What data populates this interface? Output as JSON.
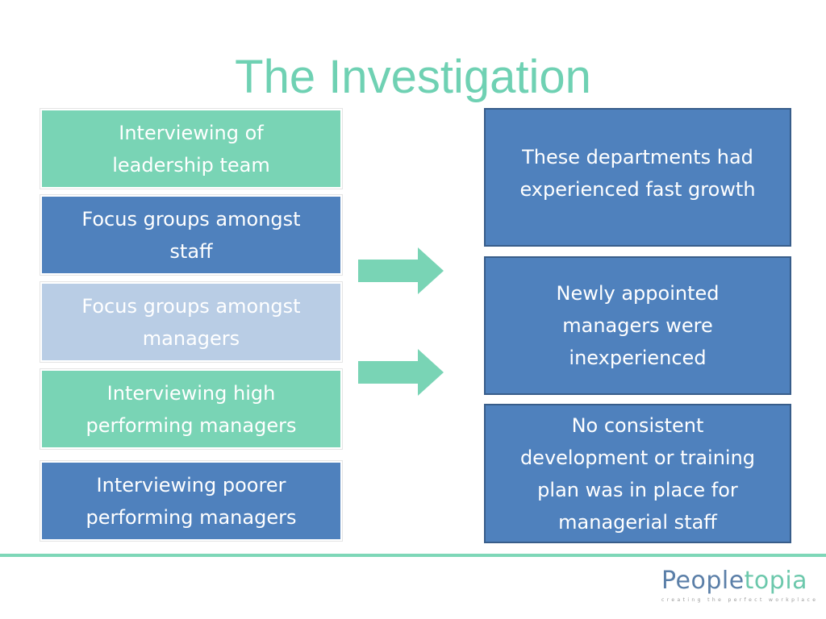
{
  "slide": {
    "title": "The Investigation"
  },
  "left_boxes": [
    {
      "text": "Interviewing of\nleadership team",
      "color": "#79d4b5"
    },
    {
      "text": "Focus groups amongst\nstaff",
      "color": "#4f81bd"
    },
    {
      "text": "Focus groups amongst\nmanagers",
      "color": "#b9cde5"
    },
    {
      "text": "Interviewing high\nperforming managers",
      "color": "#79d4b5"
    },
    {
      "text": "Interviewing poorer\nperforming managers",
      "color": "#4f81bd"
    }
  ],
  "right_boxes": [
    {
      "text": "These departments had\nexperienced fast growth"
    },
    {
      "text": "Newly appointed\nmanagers were\ninexperienced"
    },
    {
      "text": "No  consistent\ndevelopment or training\nplan was in place for\nmanagerial  staff"
    }
  ],
  "arrows": [
    {
      "icon": "right-arrow-icon",
      "color": "#79d4b5"
    },
    {
      "icon": "right-arrow-icon",
      "color": "#79d4b5"
    }
  ],
  "logo": {
    "part1": "People",
    "part2": "topia",
    "tagline": "creating the perfect workplace"
  },
  "colors": {
    "title": "#6fd1b3",
    "teal": "#79d4b5",
    "blue": "#4f81bd",
    "light_blue": "#b9cde5",
    "footer_line": "#7ed7b8"
  }
}
